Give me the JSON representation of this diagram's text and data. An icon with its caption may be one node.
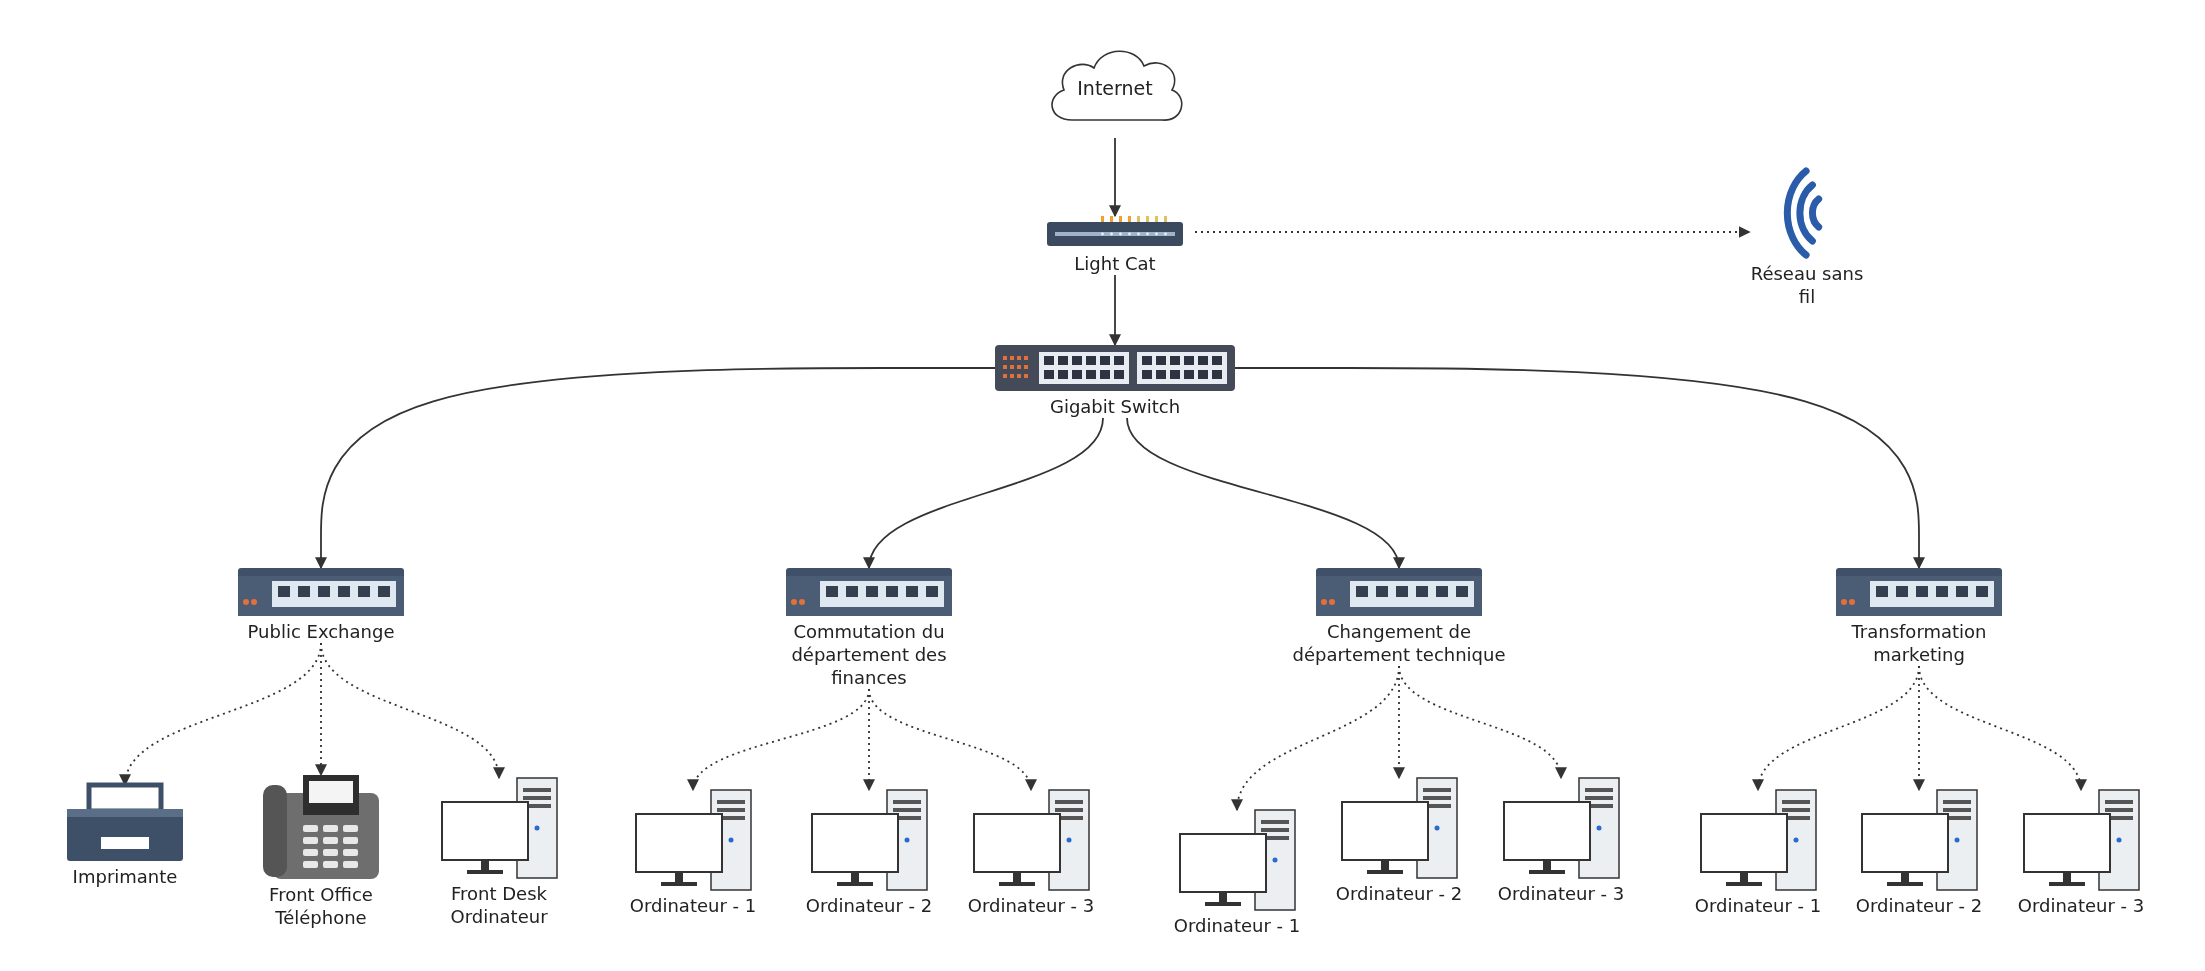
{
  "diagram": {
    "nodes": [
      {
        "text": [
          "Internet"
        ]
      },
      {
        "text": [
          "Light Cat"
        ]
      },
      {
        "text": [
          "Réseau sans fil"
        ]
      },
      {
        "text": [
          "Gigabit Switch"
        ]
      },
      {
        "text": [
          "Public Exchange"
        ]
      },
      {
        "text": [
          "Commutation du département des finances"
        ]
      },
      {
        "text": [
          "Changement de département technique"
        ]
      },
      {
        "text": [
          "Transformation marketing"
        ]
      },
      {
        "text": [
          "Imprimante"
        ]
      },
      {
        "text": [
          "Front Office Téléphone"
        ]
      },
      {
        "text": [
          "Front Desk Ordinateur"
        ]
      },
      {
        "text": [
          "Ordinateur - 1"
        ]
      },
      {
        "text": [
          "Ordinateur - 2"
        ]
      },
      {
        "text": [
          "Ordinateur - 3"
        ]
      },
      {
        "text": [
          "Ordinateur - 1"
        ]
      },
      {
        "text": [
          "Ordinateur - 2"
        ]
      },
      {
        "text": [
          "Ordinateur - 3"
        ]
      },
      {
        "text": [
          "Ordinateur - 1"
        ]
      },
      {
        "text": [
          "Ordinateur - 2"
        ]
      },
      {
        "text": [
          "Ordinateur - 3"
        ]
      }
    ],
    "edges": [
      {
        "from": 0,
        "to": 1,
        "arrow": "to"
      },
      {
        "from": 1,
        "to": 2,
        "arrow": "to",
        "style": "dashed"
      },
      {
        "from": 1,
        "to": 3,
        "arrow": "to"
      },
      {
        "from": 3,
        "to": 4,
        "arrow": "to"
      },
      {
        "from": 3,
        "to": 5,
        "arrow": "to"
      },
      {
        "from": 3,
        "to": 6,
        "arrow": "to"
      },
      {
        "from": 3,
        "to": 7,
        "arrow": "to"
      },
      {
        "from": 4,
        "to": 8,
        "arrow": "to",
        "style": "dashed"
      },
      {
        "from": 4,
        "to": 9,
        "arrow": "to",
        "style": "dashed"
      },
      {
        "from": 4,
        "to": 10,
        "arrow": "to",
        "style": "dashed"
      },
      {
        "from": 5,
        "to": 11,
        "arrow": "to",
        "style": "dashed"
      },
      {
        "from": 5,
        "to": 12,
        "arrow": "to",
        "style": "dashed"
      },
      {
        "from": 5,
        "to": 13,
        "arrow": "to",
        "style": "dashed"
      },
      {
        "from": 6,
        "to": 14,
        "arrow": "to",
        "style": "dashed"
      },
      {
        "from": 6,
        "to": 15,
        "arrow": "to",
        "style": "dashed"
      },
      {
        "from": 6,
        "to": 16,
        "arrow": "to",
        "style": "dashed"
      },
      {
        "from": 7,
        "to": 17,
        "arrow": "to",
        "style": "dashed"
      },
      {
        "from": 7,
        "to": 18,
        "arrow": "to",
        "style": "dashed"
      },
      {
        "from": 7,
        "to": 19,
        "arrow": "to",
        "style": "dashed"
      }
    ]
  }
}
